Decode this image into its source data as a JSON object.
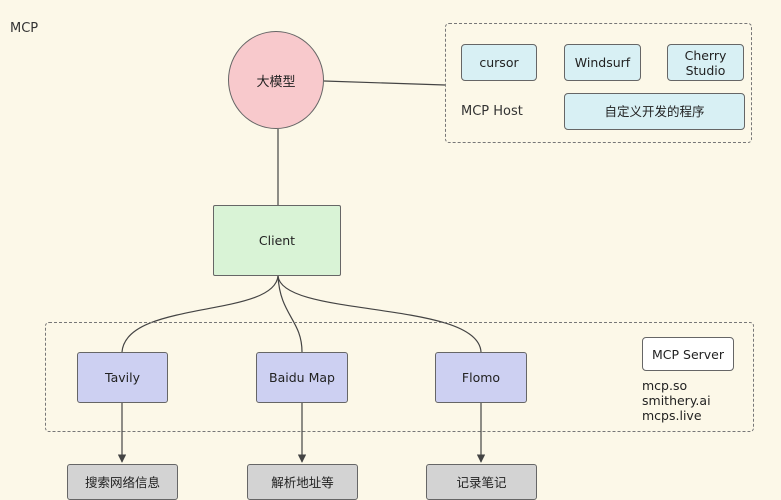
{
  "title": "MCP",
  "llm": {
    "label": "大模型"
  },
  "client": {
    "label": "Client"
  },
  "host_group": {
    "label": "MCP Host",
    "apps": [
      {
        "label": "cursor"
      },
      {
        "label": "Windsurf"
      },
      {
        "label": "Cherry\nStudio"
      },
      {
        "label": "自定义开发的程序"
      }
    ]
  },
  "server_group": {
    "label": "MCP Server",
    "sites": [
      "mcp.so",
      "smithery.ai",
      "mcps.live"
    ],
    "servers": [
      {
        "label": "Tavily",
        "capability": "搜索网络信息"
      },
      {
        "label": "Baidu Map",
        "capability": "解析地址等"
      },
      {
        "label": "Flomo",
        "capability": "记录笔记"
      }
    ]
  },
  "colors": {
    "background": "#fcf8e8",
    "llm_fill": "#f8c9cc",
    "client_fill": "#d9f3d6",
    "host_app_fill": "#d8f0f4",
    "server_fill": "#cdd0f2",
    "capability_fill": "#d3d3d3",
    "edge": "#444444"
  }
}
